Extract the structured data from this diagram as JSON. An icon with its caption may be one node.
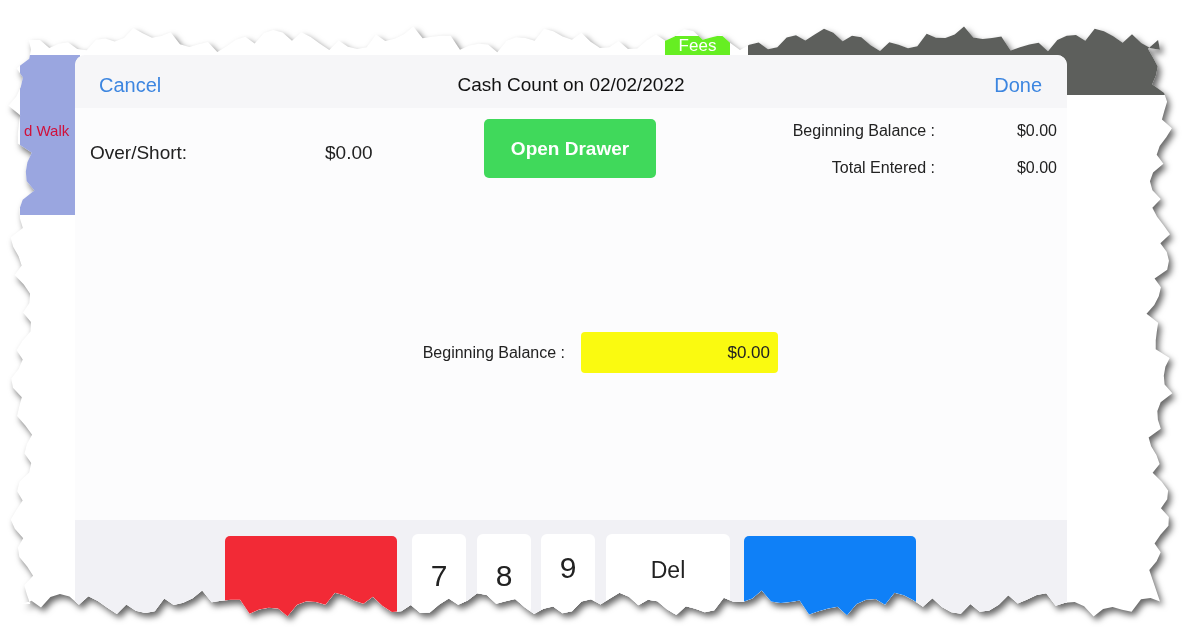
{
  "diagram": {
    "title": "Cash Count on 02/02/2022",
    "nodes": [
      {
        "text": [
          "Open Drawer"
        ]
      },
      {
        "text": [
          "$0.00"
        ]
      },
      {
        "text": [],
        "shape": "box"
      },
      {
        "text": [
          "7"
        ]
      },
      {
        "text": [
          "8"
        ]
      },
      {
        "text": [
          "9"
        ]
      },
      {
        "text": [
          "Del"
        ]
      },
      {
        "text": [],
        "shape": "box"
      }
    ],
    "edges": [],
    "labels": [
      "Fees",
      "Cancel",
      "Done",
      "d Walk",
      "Over/Short:",
      "$0.00",
      "Beginning Balance :",
      "$0.00",
      "Total Entered :",
      "$0.00",
      "Beginning Balance :"
    ]
  }
}
